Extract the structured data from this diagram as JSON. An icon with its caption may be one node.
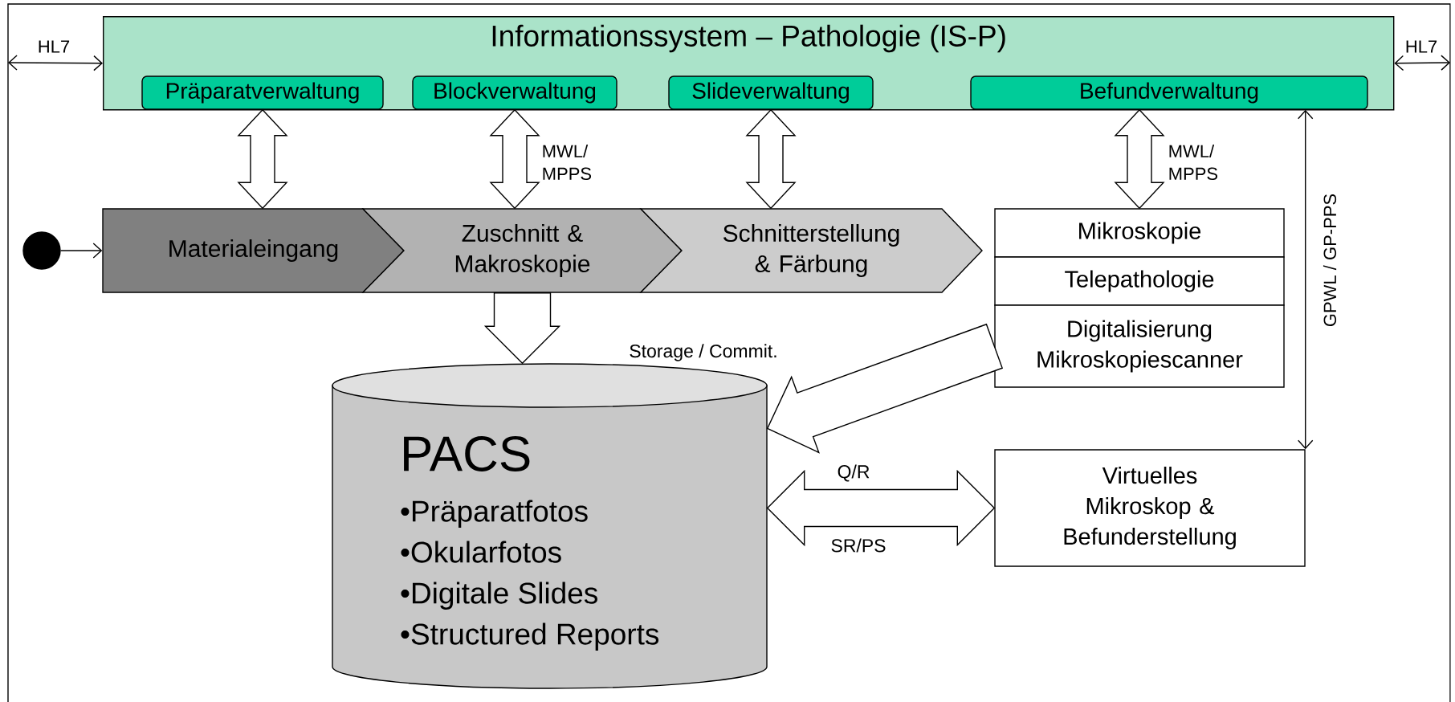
{
  "diagram": {
    "nodes": [
      {
        "text": [
          "Informationssystem – Pathologie (IS-P)"
        ]
      },
      {
        "text": [
          "Präparatverwaltung"
        ],
        "in": 0
      },
      {
        "text": [
          "Blockverwaltung"
        ],
        "in": 0
      },
      {
        "text": [
          "Slideverwaltung"
        ],
        "in": 0
      },
      {
        "text": [
          "Befundverwaltung"
        ],
        "in": 0
      },
      {
        "text": [],
        "shape": "circle"
      },
      {
        "text": [
          "Materialeingang"
        ]
      },
      {
        "text": [
          "Zuschnitt & Makroskopie"
        ]
      },
      {
        "text": [
          "Schnitterstellung & Färbung"
        ]
      },
      {
        "text": [
          "Mikroskopie"
        ]
      },
      {
        "text": [
          "Telepathologie"
        ]
      },
      {
        "text": [
          "Digitalisierung Mikroskopiescanner"
        ]
      },
      {
        "text": [
          "PACS",
          "•Präparatfotos",
          "•Okularfotos",
          "•Digitale Slides",
          "•Structured Reports"
        ]
      },
      {
        "text": [
          "Virtuelles Mikroskop & Befunderstellung"
        ]
      }
    ],
    "edges": [
      {
        "from": null,
        "to": 0,
        "arrow": "both",
        "label": "HL7"
      },
      {
        "from": 0,
        "to": null,
        "arrow": "both",
        "label": "HL7"
      },
      {
        "from": 1,
        "to": 6,
        "arrow": "both",
        "style": "thick"
      },
      {
        "from": 2,
        "to": 7,
        "arrow": "both",
        "style": "thick",
        "label": "MWL/ MPPS"
      },
      {
        "from": 3,
        "to": 8,
        "arrow": "both",
        "style": "thick"
      },
      {
        "from": 4,
        "to": 9,
        "arrow": "both",
        "style": "thick",
        "label": "MWL/ MPPS"
      },
      {
        "from": 5,
        "to": 6,
        "arrow": "to"
      },
      {
        "from": 7,
        "to": 12,
        "arrow": "to",
        "style": "thick"
      },
      {
        "from": 11,
        "to": 12,
        "arrow": "to",
        "style": "thick"
      },
      {
        "from": 12,
        "to": 13,
        "arrow": "both",
        "style": "thick",
        "label": "Q/R"
      },
      {
        "from": 4,
        "to": 13,
        "arrow": "both",
        "label": "GPWL / GP-PPS"
      }
    ],
    "labels": [
      "Storage / Commit.",
      "SR/PS"
    ]
  }
}
